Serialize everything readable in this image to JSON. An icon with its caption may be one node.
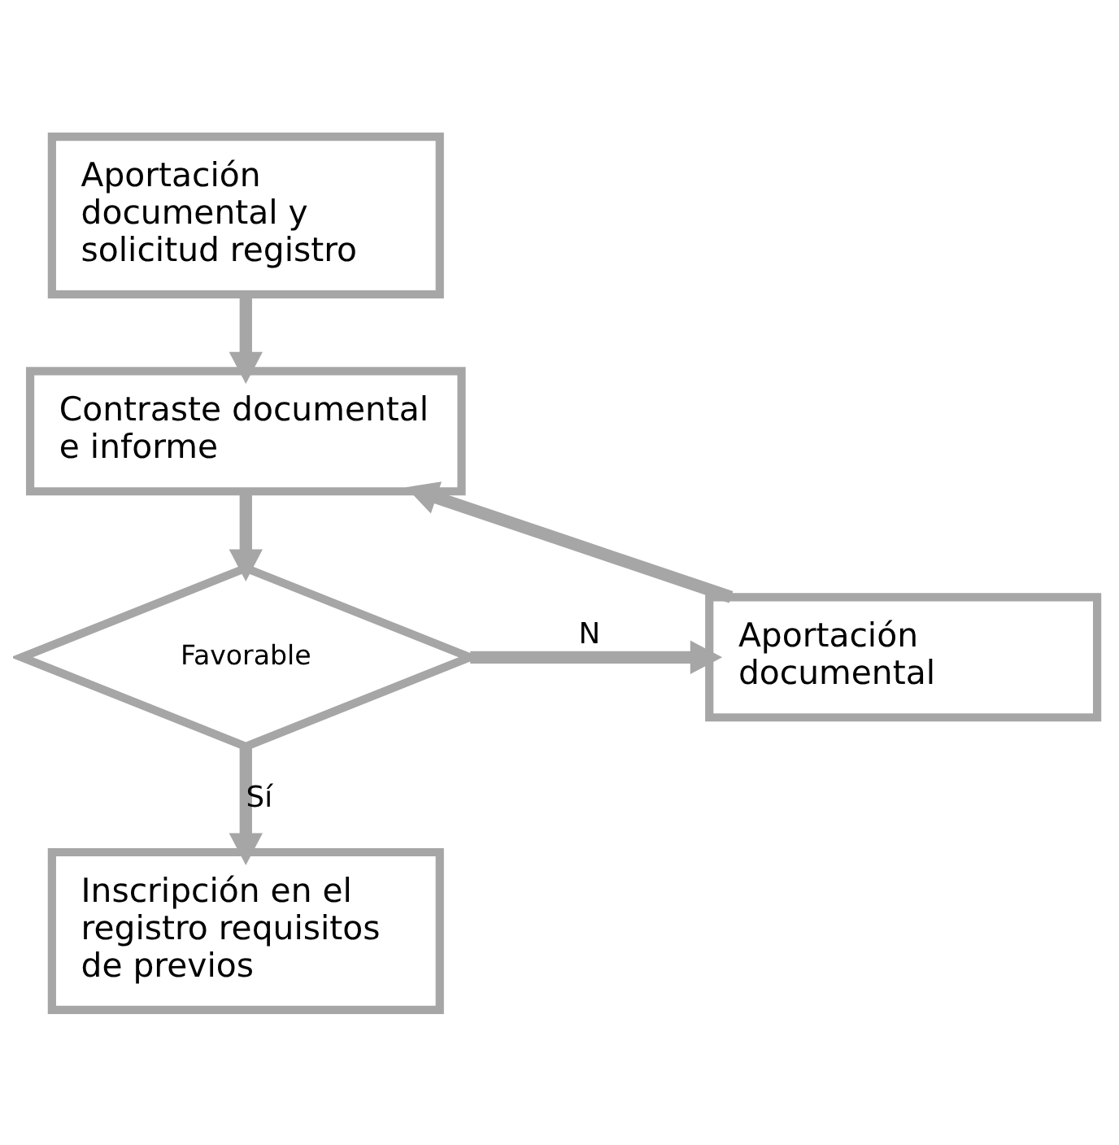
{
  "diagram": {
    "nodes": [
      {
        "text": [
          "Aportación documental y solicitud registro"
        ]
      },
      {
        "text": [
          "Contraste documental e informe"
        ]
      },
      {
        "text": [
          "Favorable"
        ]
      },
      {
        "text": [
          "Aportación documental"
        ]
      },
      {
        "text": [
          "Inscripción en el registro requisitos de previos"
        ]
      }
    ],
    "edges": [
      {
        "from": 0,
        "to": 1,
        "arrow": "to"
      },
      {
        "from": 1,
        "to": 2,
        "arrow": "to"
      },
      {
        "from": 2,
        "to": 3,
        "arrow": "to",
        "label": "N"
      },
      {
        "from": 3,
        "to": 1,
        "arrow": "to"
      },
      {
        "from": 2,
        "to": 4,
        "arrow": "to",
        "label": "Sí"
      }
    ]
  }
}
